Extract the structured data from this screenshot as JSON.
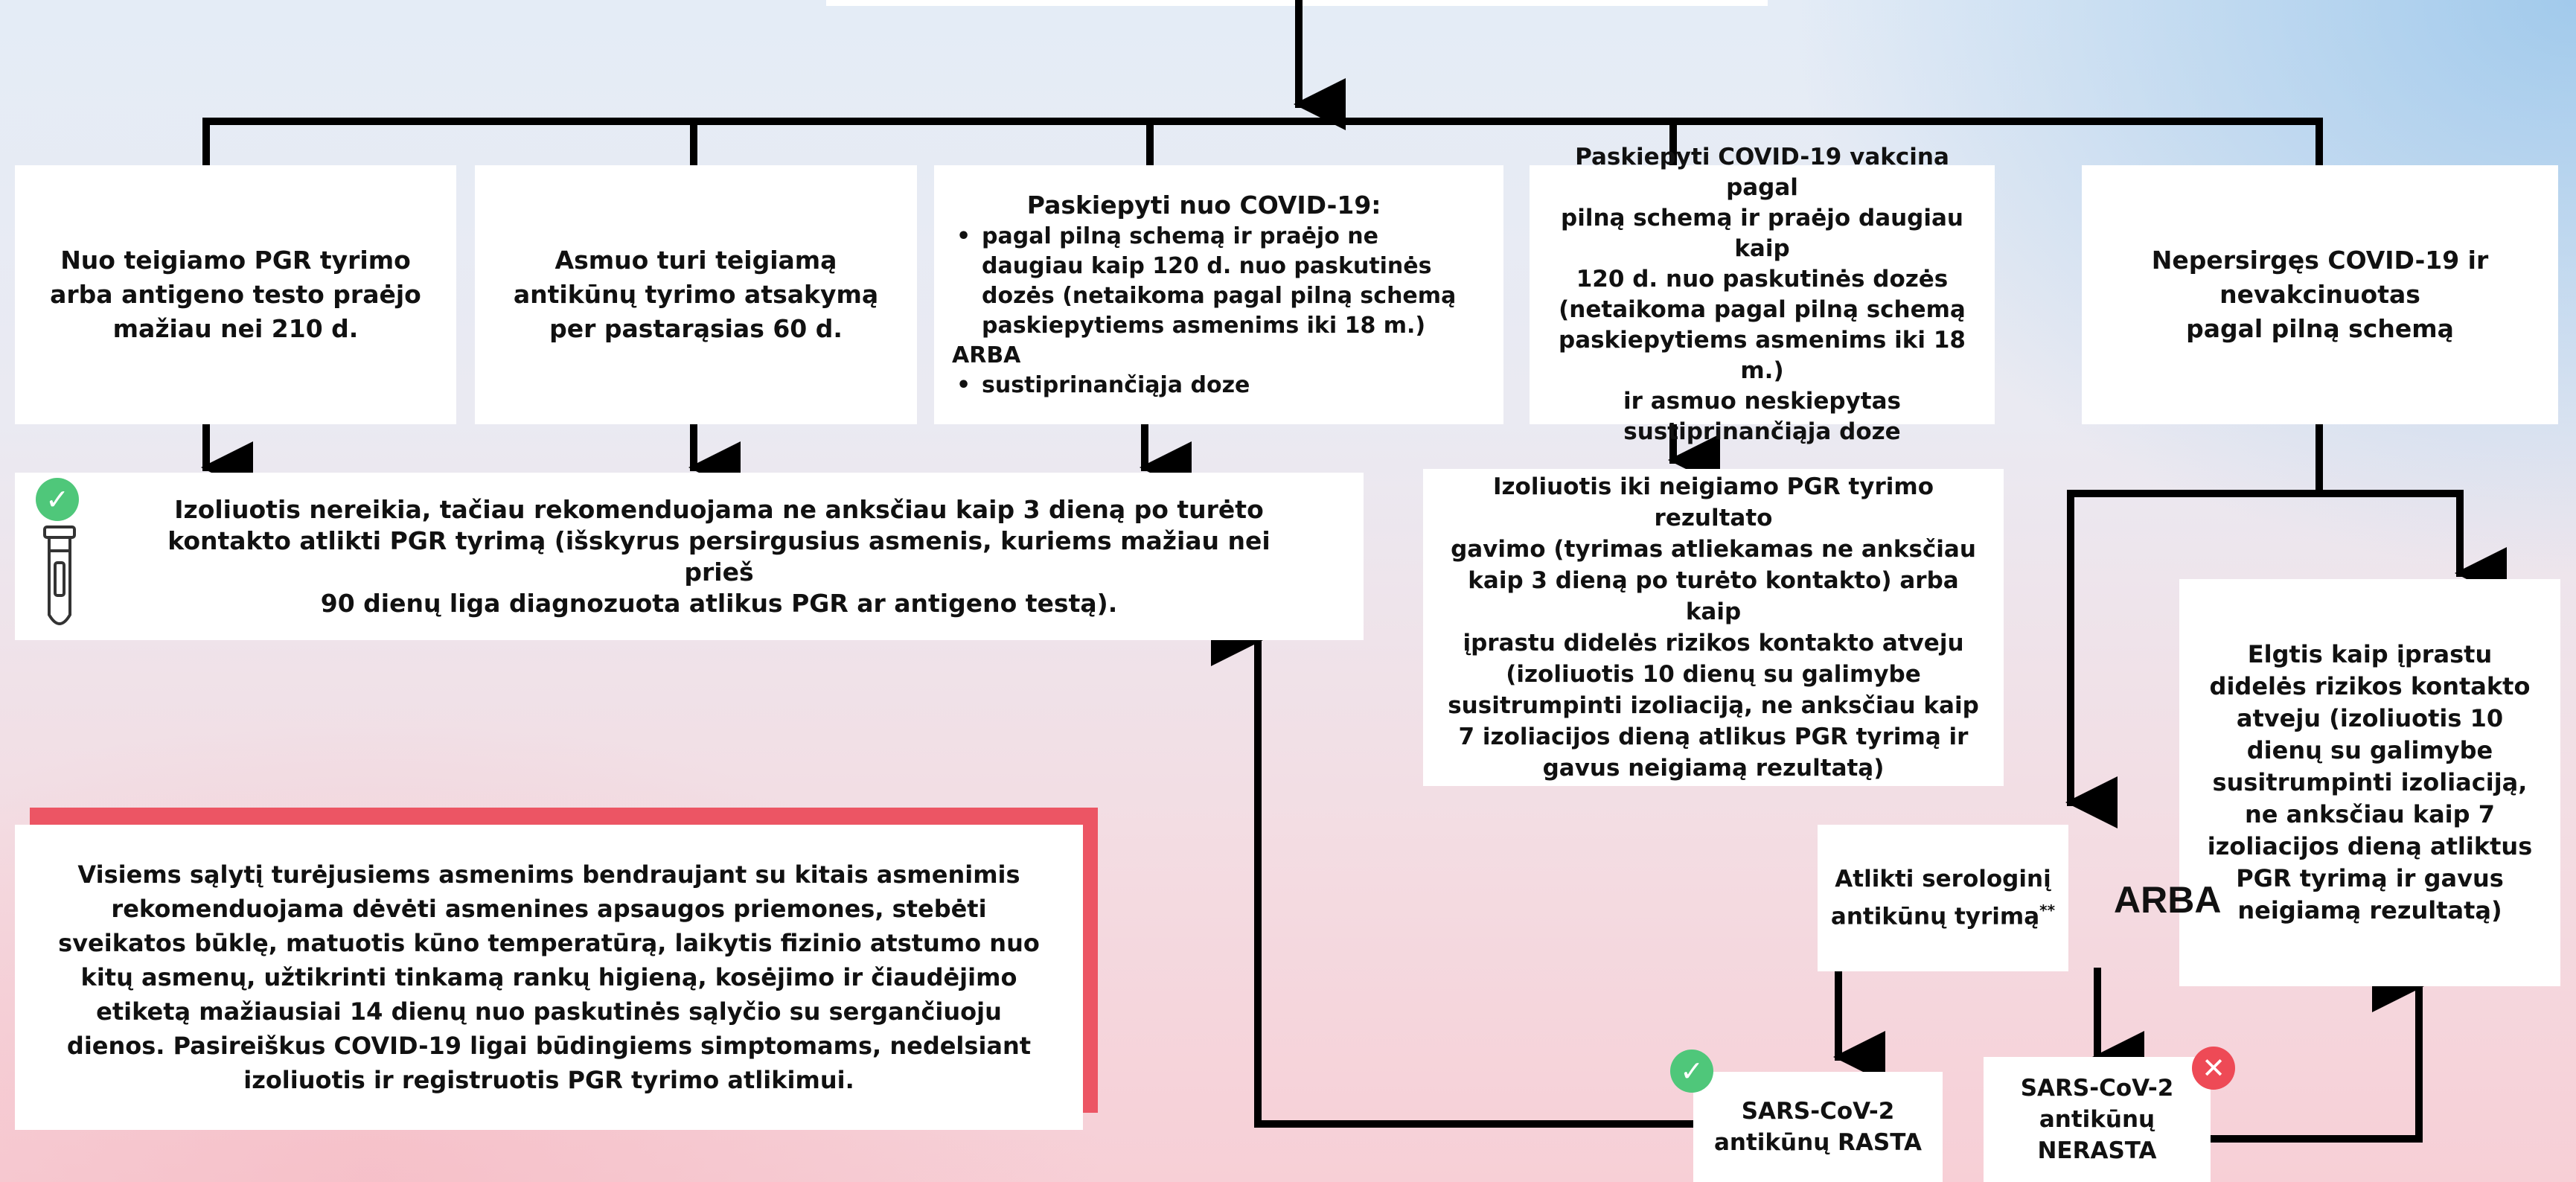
{
  "top_boxes": [
    {
      "id": "b1",
      "text": "Nuo teigiamo PGR tyrimo\narba antigeno testo praėjo\nmažiau nei 210 d."
    },
    {
      "id": "b2",
      "text": "Asmuo turi teigiamą\nantikūnų tyrimo atsakymą\nper pastarąsias 60 d."
    },
    {
      "id": "b3",
      "title": "Paskiepyti nuo COVID-19:",
      "bullet1": "pagal pilną schemą ir praėjo ne\ndaugiau kaip 120 d. nuo paskutinės\ndozės (netaikoma pagal pilną schemą\npaskiepytiems asmenims iki 18 m.)",
      "or": "ARBA",
      "bullet2": "sustiprinančiąja doze"
    },
    {
      "id": "b4",
      "text": "Paskiepyti COVID-19 vakcina pagal\npilną schemą ir praėjo daugiau kaip\n120 d. nuo paskutinės dozės\n(netaikoma pagal pilną schemą\npaskiepytiems asmenims iki 18 m.)\nir asmuo neskiepytas\nsustiprinančiąja doze"
    },
    {
      "id": "b5",
      "text": "Nepersirgęs COVID-19 ir\nnevakcinuotas\npagal pilną schemą"
    }
  ],
  "outcomes": {
    "no_isolation": "Izoliuotis nereikia, tačiau rekomenduojama ne anksčiau kaip 3 dieną po turėto\nkontakto atlikti PGR tyrimą (išskyrus persirgusius asmenis, kuriems mažiau nei\nprieš\n90 dienų liga diagnozuota atlikus PGR ar antigeno testą).",
    "isolate_until_negative": "Izoliuotis iki neigiamo PGR tyrimo rezultato\ngavimo (tyrimas atliekamas ne anksčiau\nkaip 3 dieną po turėto kontakto) arba kaip\nįprastu didelės rizikos kontakto atveju\n(izoliuotis 10 dienų su galimybe\nsusitrumpinti izoliaciją, ne anksčiau kaip\n7 izoliacijos dieną atlikus PGR tyrimą ir\ngavus neigiamą rezultatą)",
    "high_risk_behaviour": "Elgtis kaip įprastu\ndidelės rizikos kontakto\natveju (izoliuotis 10\ndienų su galimybe\nsusitrumpinti izoliaciją,\nne anksčiau kaip 7\nizoliacijos dieną atliktus\nPGR tyrimą ir gavus\nneigiamą rezultatą)"
  },
  "serology": {
    "text": "Atlikti serologinį\nantikūnų tyrimą",
    "footnote_mark": "**",
    "or_label": "ARBA",
    "found": "SARS-CoV-2\nantikūnų RASTA",
    "not_found": "SARS-CoV-2\nantikūnų\nNERASTA"
  },
  "note": "Visiems sąlytį turėjusiems asmenims bendraujant su kitais asmenimis\nrekomenduojama dėvėti asmenines apsaugos priemones, stebėti\nsveikatos būklę, matuotis kūno temperatūrą, laikytis fizinio atstumo nuo\nkitų asmenų, užtikrinti tinkamą rankų higieną, kosėjimo ir čiaudėjimo\netiketą mažiausiai 14 dienų nuo paskutinės sąlyčio su sergančiuoju\ndienos. Pasireiškus COVID-19 ligai būdingiems simptomams, nedelsiant\nizoliuotis ir registruotis PGR tyrimo atlikimui.",
  "icons": {
    "check": "check-circle-icon",
    "cross": "x-circle-icon",
    "test_tube": "test-tube-icon"
  },
  "colors": {
    "check_green": "#4fc77a",
    "cross_red": "#ee4a56",
    "note_accent_red": "#ec5564",
    "line": "#000000"
  }
}
